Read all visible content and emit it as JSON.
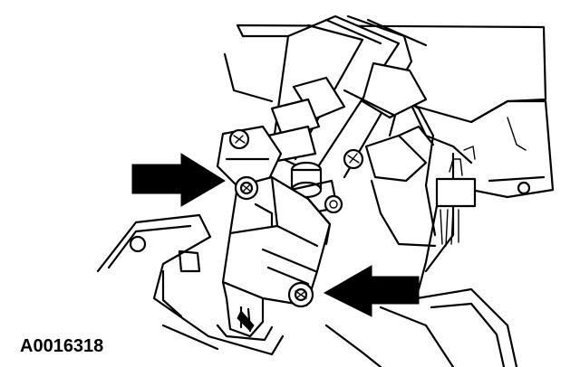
{
  "figure": {
    "id_label": "A0016318",
    "callouts": [
      {
        "name": "left-arrow",
        "points_to": "upper-bolt"
      },
      {
        "name": "right-arrow",
        "points_to": "lower-bolt"
      }
    ]
  }
}
